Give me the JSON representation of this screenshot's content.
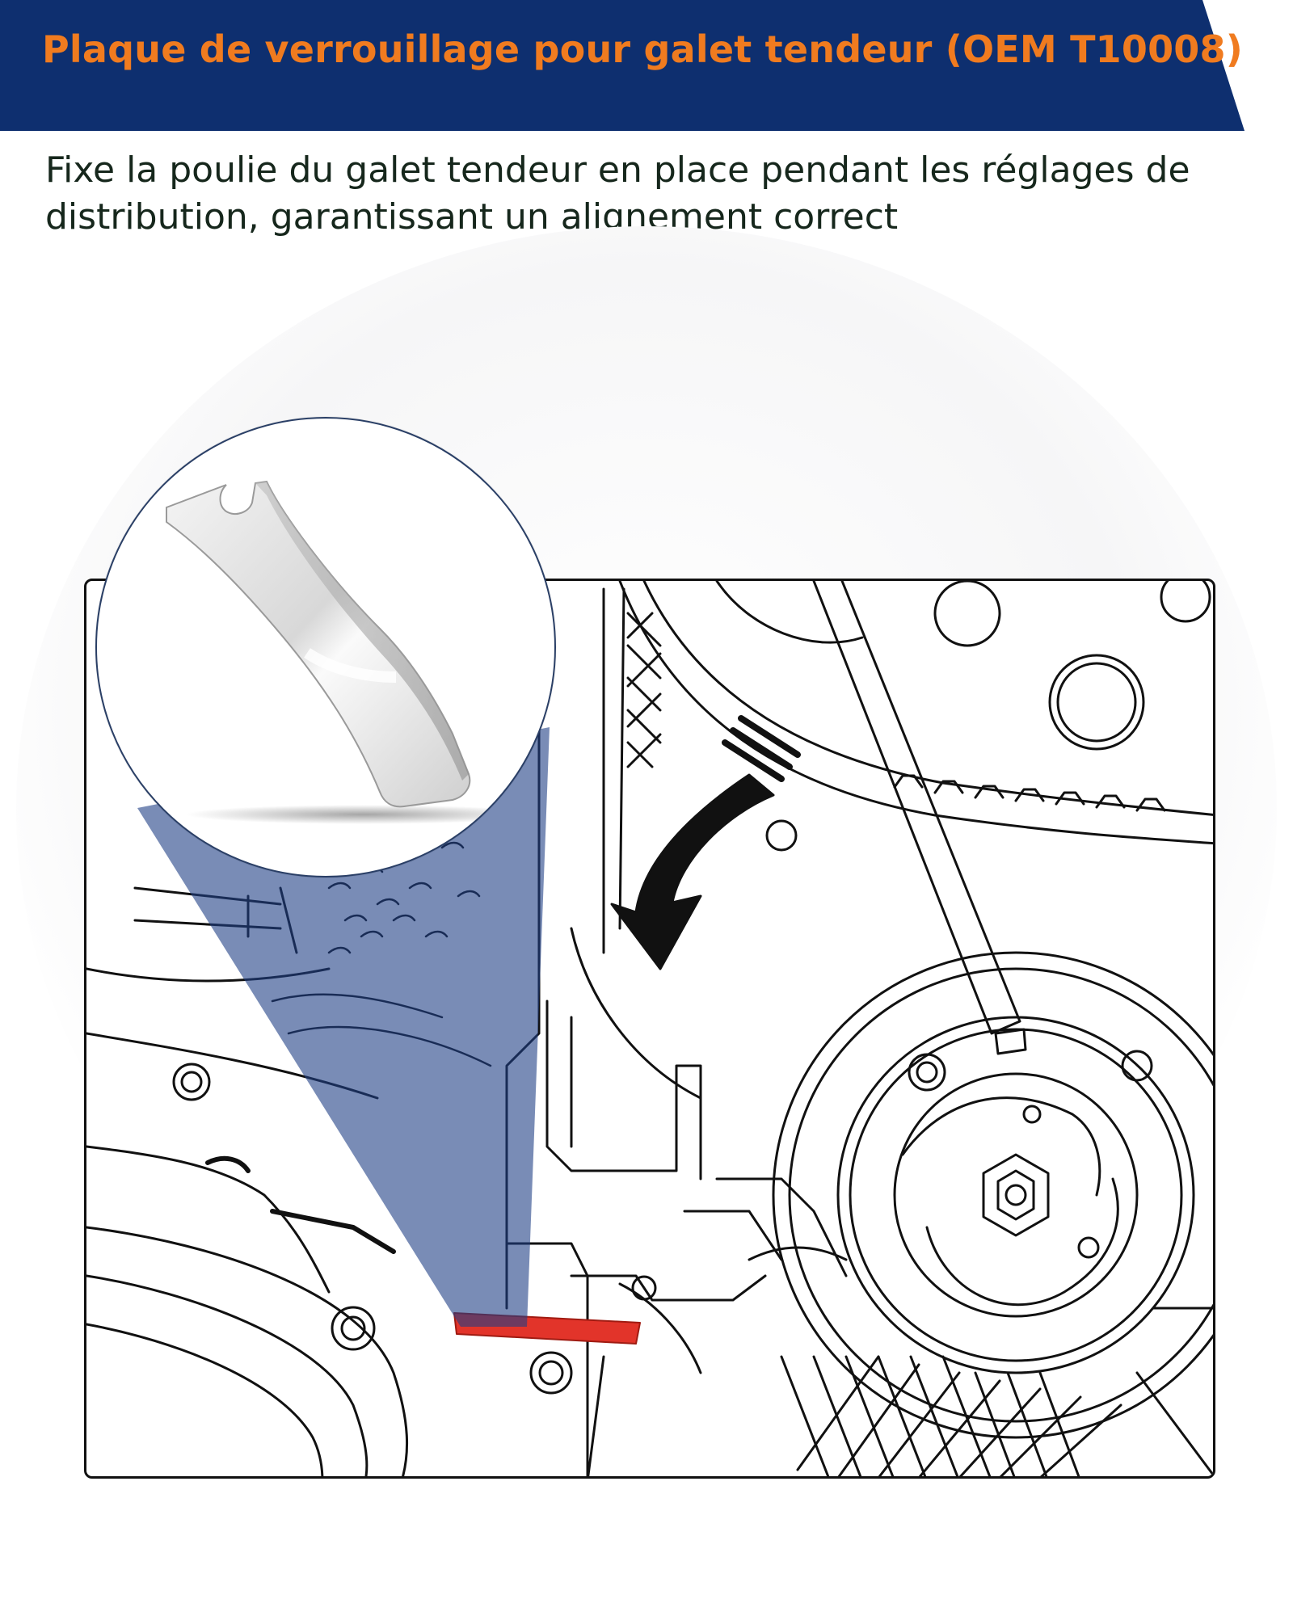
{
  "header": {
    "title": "Plaque de verrouillage pour galet tendeur (OEM T10008)",
    "subtitle": "Fixe la poulie du galet tendeur en place pendant les réglages de distribution, garantissant un alignement correct"
  },
  "colors": {
    "banner": "#0e2f6f",
    "title": "#f07b1f",
    "highlight": "#e2342a",
    "overlay": "#1f3f86"
  },
  "icons": {
    "rotation_arrow": "curved-arrow-down-icon",
    "locking_plate": "locking-plate-image"
  }
}
